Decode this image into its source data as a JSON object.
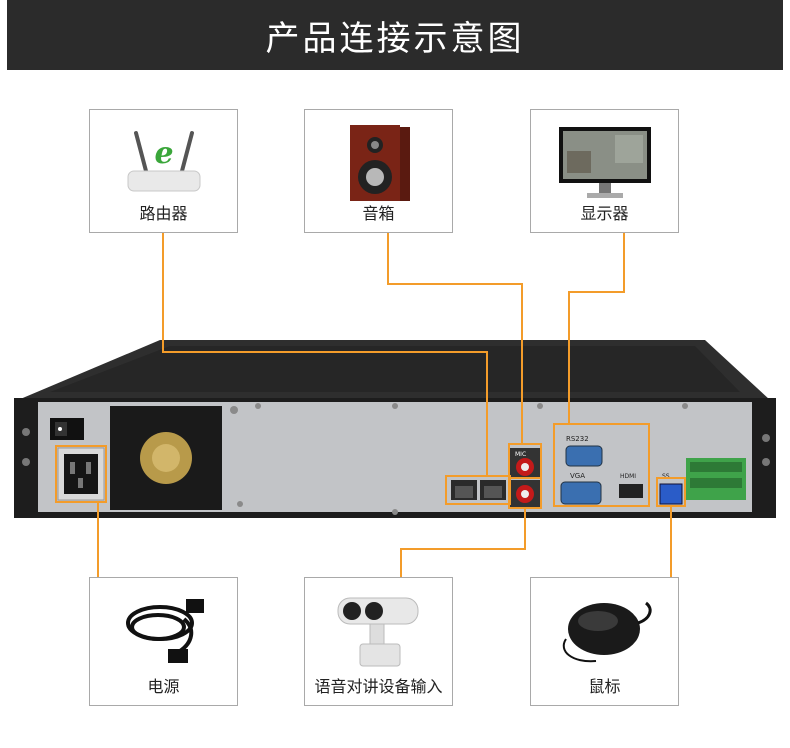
{
  "header": {
    "title": "产品连接示意图"
  },
  "devices": {
    "router": {
      "label": "路由器",
      "icon": "router-icon"
    },
    "speaker": {
      "label": "音箱",
      "icon": "speaker-icon"
    },
    "monitor": {
      "label": "显示器",
      "icon": "monitor-icon"
    },
    "power": {
      "label": "电源",
      "icon": "power-cord-icon"
    },
    "camera": {
      "label": "语音对讲设备输入",
      "icon": "camera-icon"
    },
    "mouse": {
      "label": "鼠标",
      "icon": "mouse-icon"
    }
  },
  "nvr_panel": {
    "mic_label": "MIC",
    "rs232_label": "RS232",
    "vga_label": "VGA",
    "hdmi_label": "HDMI",
    "usb_label": "SS"
  },
  "colors": {
    "wire": "#f39c2a",
    "header_bg": "#2b2b2b",
    "chassis": "#2a2a2a",
    "panel": "#bdbfc2"
  }
}
